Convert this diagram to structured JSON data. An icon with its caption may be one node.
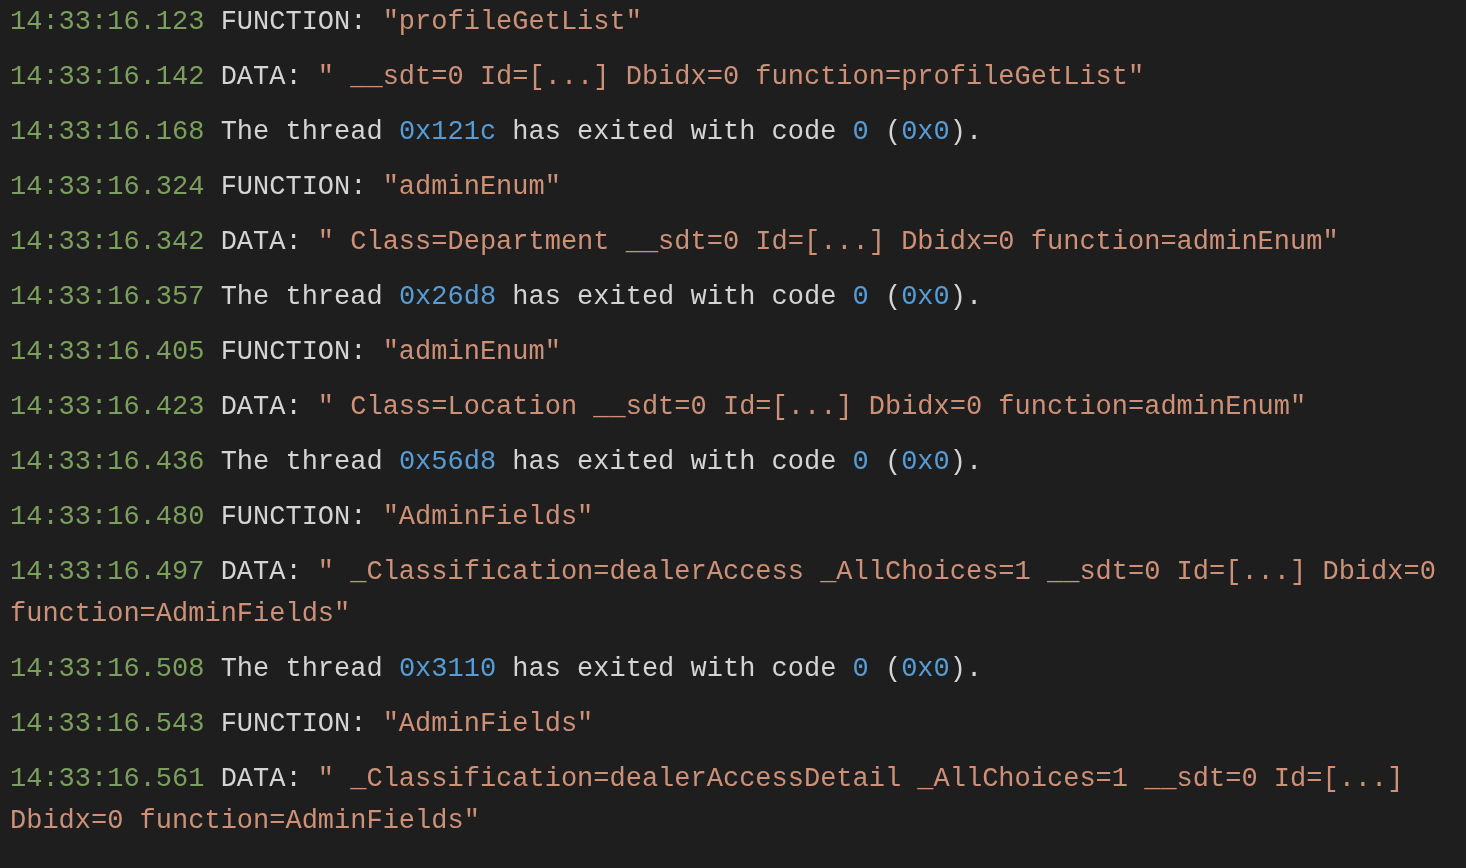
{
  "diagram": {
    "labels": [
      "14:33:16.123",
      "FUNCTION:",
      "\"profileGetList\"",
      "14:33:16.142",
      "DATA:",
      "\" __sdt=0 Id=[...] Dbidx=0 function=profileGetList\"",
      "14:33:16.168",
      "The thread",
      "0x121c",
      "has exited with code",
      "0",
      "(",
      "0x0",
      ").",
      "14:33:16.324",
      "FUNCTION:",
      "\"adminEnum\"",
      "14:33:16.342",
      "DATA:",
      "\" Class=Department __sdt=0 Id=[...] Dbidx=0 function=adminEnum\"",
      "14:33:16.357",
      "The thread",
      "0x26d8",
      "has exited with code",
      "0",
      "(",
      "0x0",
      ").",
      "14:33:16.405",
      "FUNCTION:",
      "\"adminEnum\"",
      "14:33:16.423",
      "DATA:",
      "\" Class=Location __sdt=0 Id=[...] Dbidx=0 function=adminEnum\"",
      "14:33:16.436",
      "The thread",
      "0x56d8",
      "has exited with code",
      "0",
      "(",
      "0x0",
      ").",
      "14:33:16.480",
      "FUNCTION:",
      "\"AdminFields\"",
      "14:33:16.497",
      "DATA:",
      "\" _Classification=dealerAccess _AllChoices=1 __sdt=0 Id=[...] Dbidx=0 function=AdminFields\"",
      "14:33:16.508",
      "The thread",
      "0x3110",
      "has exited with code",
      "0",
      "(",
      "0x0",
      ").",
      "14:33:16.543",
      "FUNCTION:",
      "\"AdminFields\"",
      "14:33:16.561",
      "DATA:",
      "\" _Classification=dealerAccessDetail _AllChoices=1 __sdt=0 Id=[...] Dbidx=0 function=AdminFields\""
    ]
  }
}
